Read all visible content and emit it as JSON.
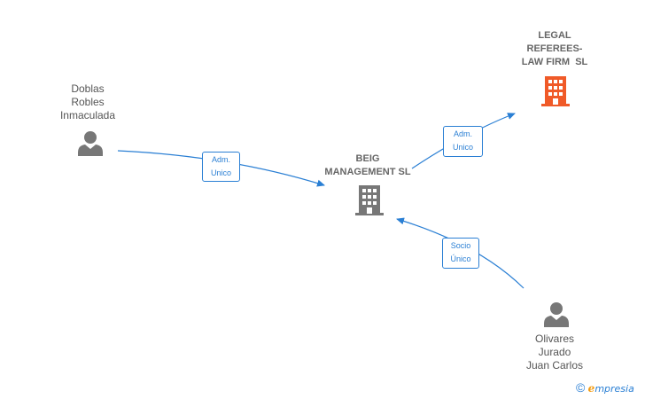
{
  "nodes": {
    "doblas": {
      "lines": [
        "Doblas",
        "Robles",
        "Inmaculada"
      ],
      "type": "person"
    },
    "beig": {
      "lines": [
        "BEIG",
        "MANAGEMENT SL"
      ],
      "type": "company"
    },
    "legal": {
      "lines": [
        "LEGAL",
        "REFEREES-",
        "LAW FIRM  SL"
      ],
      "type": "company",
      "color": "#f05a28"
    },
    "olivares": {
      "lines": [
        "Olivares",
        "Jurado",
        "Juan Carlos"
      ],
      "type": "person"
    }
  },
  "edges": {
    "doblas_beig": {
      "lines": [
        "Adm.",
        "Unico"
      ]
    },
    "beig_legal": {
      "lines": [
        "Adm.",
        "Unico"
      ]
    },
    "olivares_beig": {
      "lines": [
        "Socio",
        "Único"
      ]
    }
  },
  "footer": {
    "copyright": "©",
    "brand_initial": "e",
    "brand_rest": "mpresia"
  },
  "colors": {
    "edge": "#2a7fd4",
    "icon_gray": "#777777",
    "highlight": "#f05a28"
  }
}
